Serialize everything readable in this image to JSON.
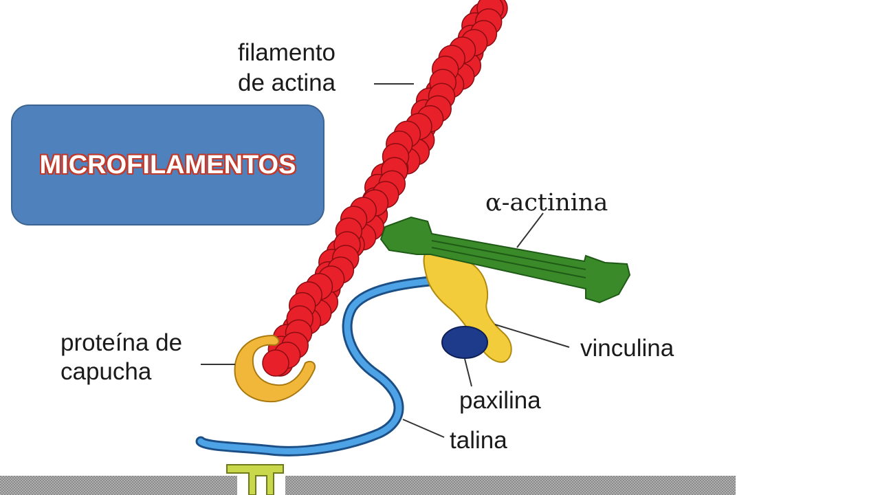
{
  "title": "MICROFILAMENTOS",
  "labels": {
    "filamento_line1": "filamento",
    "filamento_line2": "de actina",
    "alpha_actinina": "α-actinina",
    "proteina_line1": "proteína de",
    "proteina_line2": "capucha",
    "vinculina": "vinculina",
    "paxilina": "paxilina",
    "talina": "talina"
  },
  "colors": {
    "actin": "#e8202a",
    "alpha_actinin": "#3a8a2a",
    "vinculin": "#f2cc3a",
    "capping_protein": "#f0b73a",
    "paxillin": "#1e3a8a",
    "talin": "#3b8fd6",
    "membrane": "#9a9a9a",
    "receptor": "#c8d84a",
    "title_box": "#4f81bd"
  }
}
